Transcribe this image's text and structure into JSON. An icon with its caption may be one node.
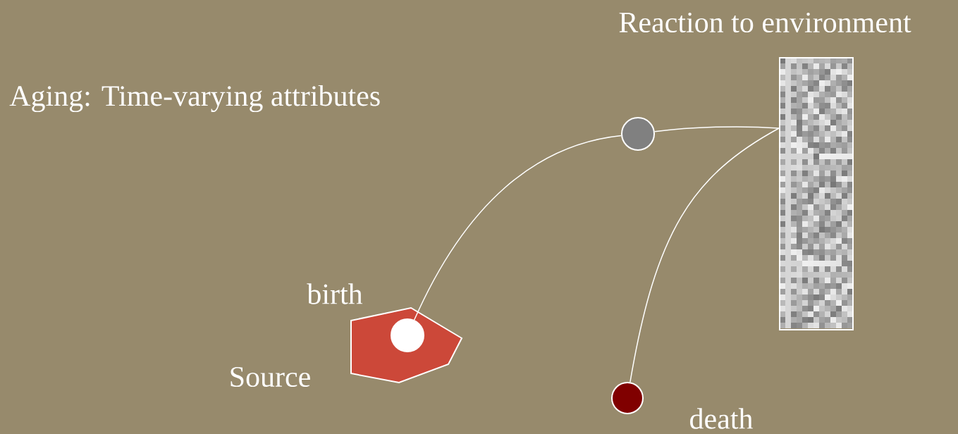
{
  "diagram": {
    "title": "Aging: Time-varying attributes",
    "nodes": [
      {
        "text": [],
        "shape": "hexagon",
        "beside": [
          "Source"
        ]
      },
      {
        "text": [],
        "shape": "circle",
        "in": 0,
        "beside": [
          "birth"
        ]
      },
      {
        "text": [],
        "shape": "circle"
      },
      {
        "text": [],
        "shape": "box",
        "beside": [
          "Reaction to environment"
        ]
      },
      {
        "text": [],
        "shape": "circle",
        "beside": [
          "death"
        ]
      }
    ],
    "edges": [
      {
        "from": 1,
        "to": 2,
        "arrow": "none"
      },
      {
        "from": 2,
        "to": 3,
        "arrow": "none"
      },
      {
        "from": 3,
        "to": 4,
        "arrow": "none"
      }
    ]
  }
}
